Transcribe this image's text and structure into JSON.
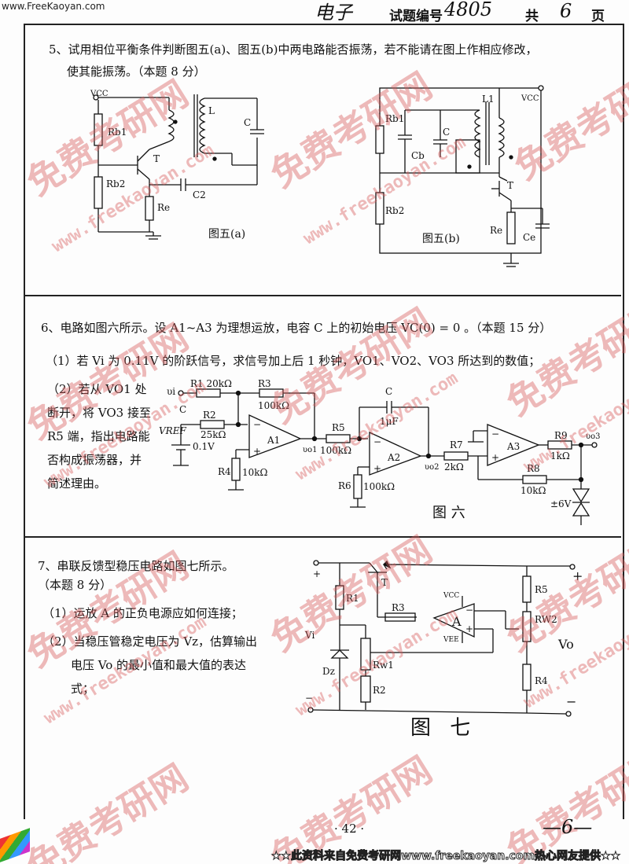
{
  "header": {
    "site": "www.FreeKaoyan.com",
    "subject_hand": "电子",
    "code_label": "试题编号",
    "code_hand": "4805",
    "total_pre": "共",
    "total_hand": "6",
    "total_post": "页"
  },
  "q5": {
    "line1": "5、试用相位平衡条件判断图五(a)、图五(b)中两电路能否振荡，若不能请在图上作相应修改，",
    "line2": "使其能振荡。（本题 8 分）",
    "fig_a": {
      "vcc": "VCC",
      "rb1": "Rb1",
      "rb2": "Rb2",
      "re": "Re",
      "t": "T",
      "c2": "C2",
      "l": "L",
      "c": "C",
      "caption": "图五(a)"
    },
    "fig_b": {
      "vcc": "VCC",
      "rb1": "Rb1",
      "rb2": "Rb2",
      "re": "Re",
      "ce": "Ce",
      "cb": "Cb",
      "c": "C",
      "l1": "L1",
      "t": "T",
      "caption": "图五(b)"
    }
  },
  "q6": {
    "line1": "6、电路如图六所示。设 A1~A3 为理想运放，电容 C 上的初始电压 VC(0) = 0 。（本题 15 分）",
    "line2": "（1）若 Vi 为 0.11V 的阶跃信号，求信号加上后 1 秒钟，VO1、VO2、VO3 所达到的数值；",
    "part2": [
      "（2）若从 VO1 处",
      "断开，将 VO3 接至",
      "R5 端，指出电路能",
      "否构成振荡器，并",
      "简述理由。"
    ],
    "fig": {
      "vi": "υi",
      "r1": "R1 20kΩ",
      "r3": "R3",
      "r3v": "100kΩ",
      "c_label": "C",
      "r2": "R2",
      "r2v": "25kΩ",
      "vref": "VREF",
      "vrefv": "0.1V",
      "r4": "R4",
      "r4v": "10kΩ",
      "a1": "A1",
      "vo1": "υo1",
      "r5": "R5",
      "r5v": "100kΩ",
      "c": "C",
      "cv": "1μF",
      "a2": "A2",
      "r6": "R6",
      "r6v": "100kΩ",
      "vo2": "υo2",
      "r7": "R7",
      "r7v": "2kΩ",
      "a3": "A3",
      "r9": "R9",
      "r9v": "1kΩ",
      "vo3": "υo3",
      "r8": "R8",
      "r8v": "10kΩ",
      "dz": "±6V",
      "minus": "−",
      "plus": "+",
      "caption": "图 六"
    }
  },
  "q7": {
    "lines": [
      "7、串联反馈型稳压电路如图七所示。",
      "（本题 8 分）",
      "（1）运放 A 的正负电源应如何连接；",
      "（2）当稳压管稳定电压为 Vz，估算输出",
      "电压 Vo 的最小值和最大值的表达",
      "式；"
    ],
    "fig": {
      "plus_in": "+",
      "minus_in": "−",
      "vi": "Vi",
      "t": "T",
      "r1": "R1",
      "r3": "R3",
      "vcc": "VCC",
      "vee": "VEE",
      "a": "A",
      "r5": "R5",
      "rw2": "RW2",
      "vo": "Vo",
      "dz": "Dz",
      "rw1": "Rw1",
      "r2": "R2",
      "r4": "R4",
      "plus_out": "+",
      "minus_out": "−",
      "caption": "图 七"
    }
  },
  "footer": {
    "page_num": "· 42 ·",
    "page_hand": "—6—",
    "banner": "★★此资料来自免费考研网www.freekaoyan.com热心网友提供★★"
  },
  "watermark": {
    "cn": "免费考研网",
    "url": "www.freekaoyan.com"
  }
}
